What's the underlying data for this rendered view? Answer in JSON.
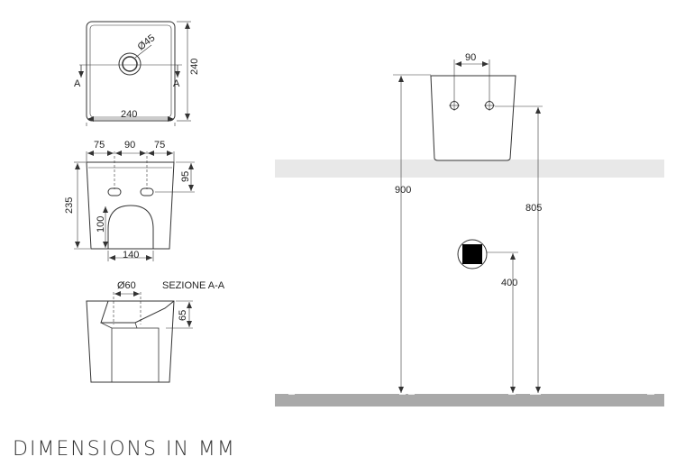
{
  "title": "DIMENSIONS IN MM",
  "top_view": {
    "section_marker_left": "A",
    "section_marker_right": "A",
    "drain_diameter": "Ø45",
    "width": "240",
    "depth": "240"
  },
  "front_view": {
    "dim_left": "75",
    "dim_center": "90",
    "dim_right": "75",
    "hole_height": "95",
    "overall_height": "235",
    "cutout_height": "100",
    "cutout_width": "140"
  },
  "section_view": {
    "label": "SEZIONE A-A",
    "outlet_diameter": "Ø60",
    "bowl_depth": "65"
  },
  "install_view": {
    "hole_spacing": "90",
    "height_top": "900",
    "height_holes": "805",
    "height_drain": "400"
  },
  "colors": {
    "line": "#333333",
    "wall_band": "#e8e8e8",
    "floor": "#a9a9a9"
  }
}
